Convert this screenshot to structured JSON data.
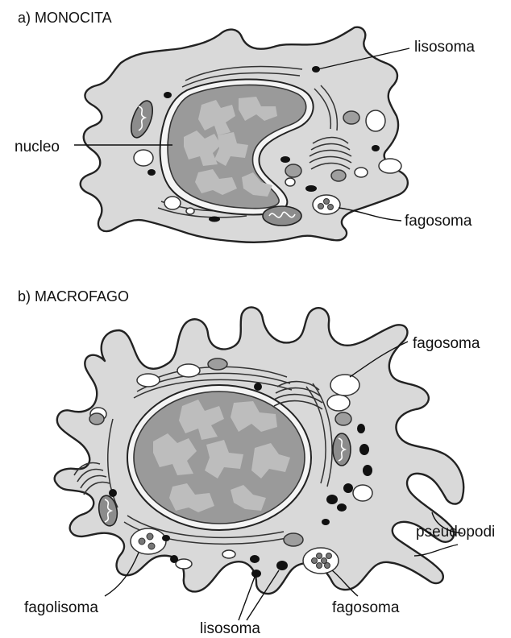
{
  "figure": {
    "panels": [
      {
        "title": "a) MONOCITA",
        "labels": {
          "lisosoma": "lisosoma",
          "nucleo": "nucleo",
          "fagosoma": "fagosoma"
        }
      },
      {
        "title": "b) MACROFAGO",
        "labels": {
          "fagosoma_top": "fagosoma",
          "pseudopodi": "pseudopodi",
          "fagolisoma": "fagolisoma",
          "fagosoma_bottom": "fagosoma",
          "lisosoma": "lisosoma"
        }
      }
    ]
  }
}
